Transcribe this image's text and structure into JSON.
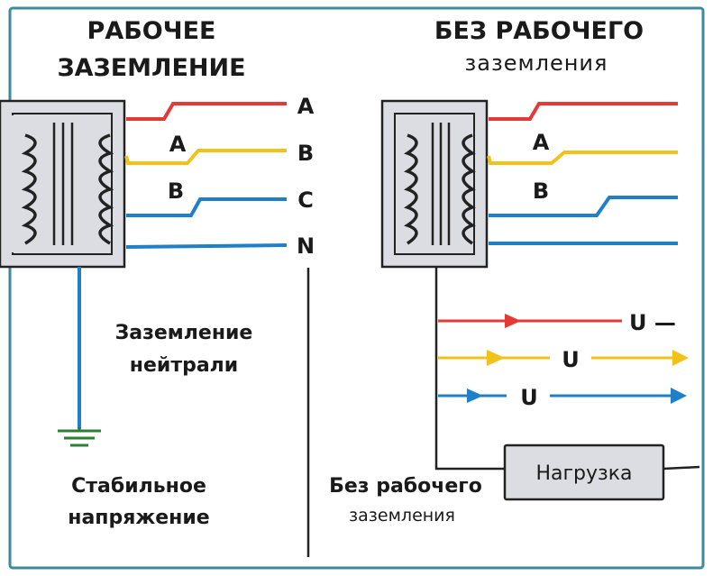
{
  "left": {
    "title_line1": "РАБОЧЕЕ",
    "title_line2": "ЗАЗЕМЛЕНИЕ",
    "wire_labels": [
      "A",
      "B",
      "C",
      "N"
    ],
    "inline_labels": [
      "A",
      "B"
    ],
    "neutral_caption_line1": "Заземление",
    "neutral_caption_line2": "нейтрали",
    "stable_caption_line1": "Стабильное",
    "stable_caption_line2": "напряжение"
  },
  "right": {
    "title_line1": "БЕЗ РАБОЧЕГО",
    "title_line2": "заземления",
    "inline_labels": [
      "A",
      "B"
    ],
    "voltage_labels": [
      "U —",
      "U",
      "U"
    ],
    "load_label": "Нагрузка",
    "caption_line1": "Без рабочего",
    "caption_line2": "заземления"
  },
  "colors": {
    "frame": "#3e8a9c",
    "phase_a": "#e53935",
    "phase_b": "#f2c21b",
    "phase_c": "#1f7fc8",
    "neutral": "#1f7fc8",
    "ground": "#2e7d32",
    "transformer_fill": "#dcdce3",
    "outline": "#222222"
  }
}
